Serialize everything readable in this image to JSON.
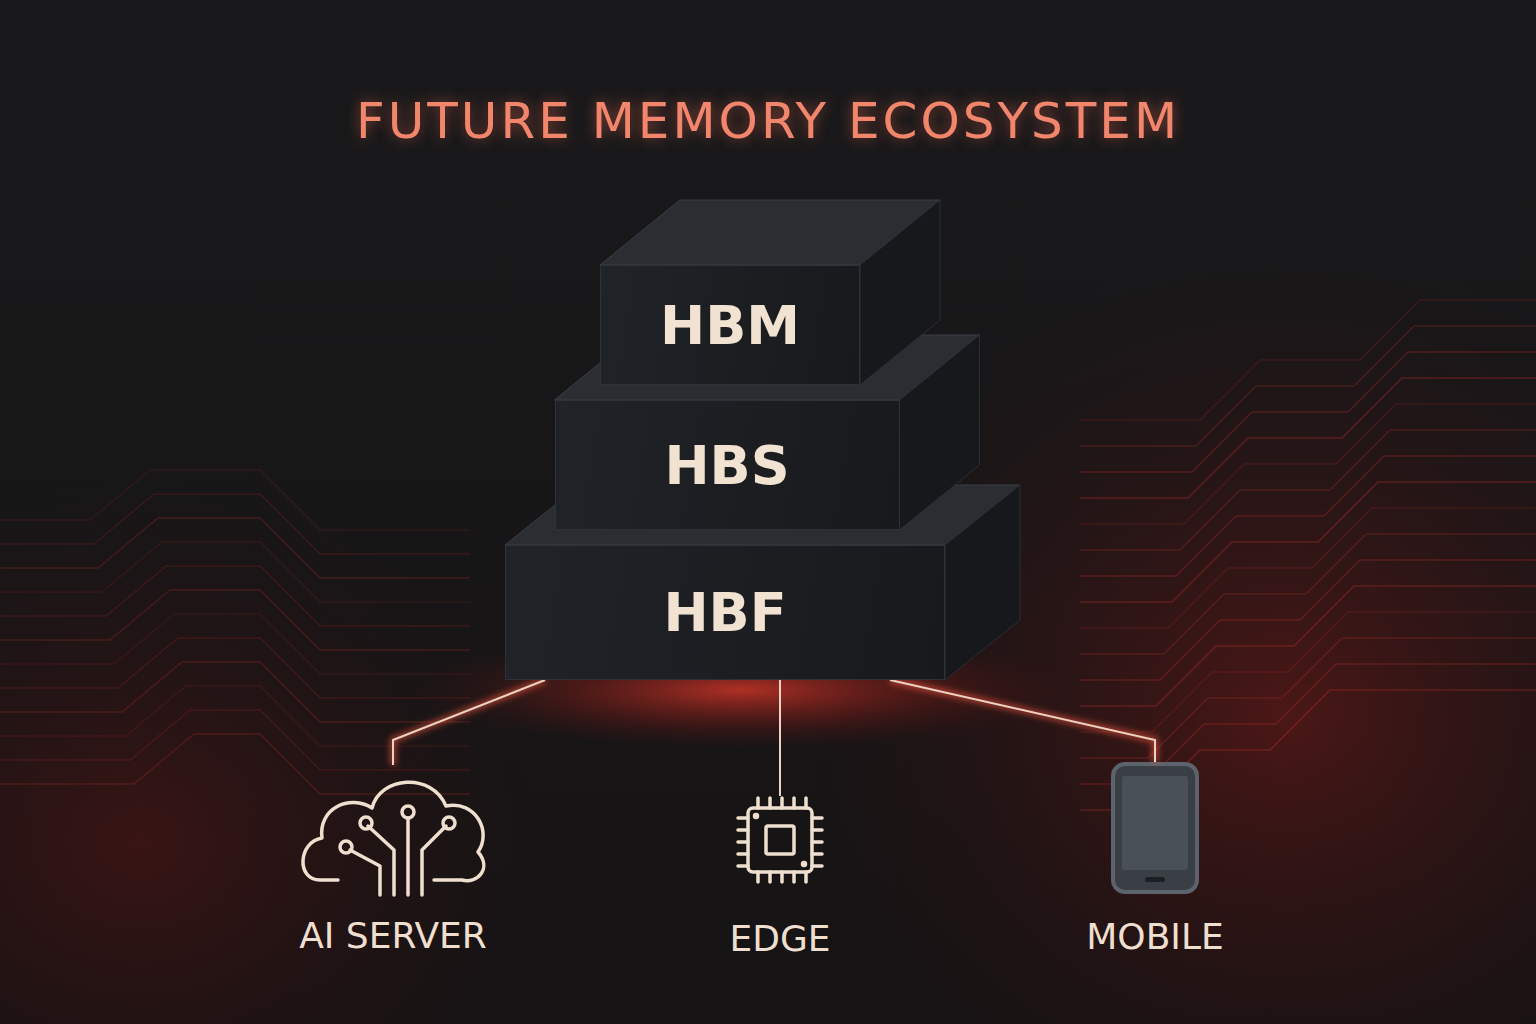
{
  "diagram": {
    "title": "FUTURE MEMORY ECOSYSTEM",
    "nodes": [
      {
        "text": [
          "HBM"
        ]
      },
      {
        "text": [
          "HBS"
        ]
      },
      {
        "text": [
          "HBF"
        ]
      },
      {
        "text": [
          "AI SERVER"
        ]
      },
      {
        "text": [
          "EDGE"
        ]
      },
      {
        "text": [
          "MOBILE"
        ]
      }
    ],
    "edges": [
      {
        "from": 2,
        "to": 3,
        "arrow": "none"
      },
      {
        "from": 2,
        "to": 4,
        "arrow": "none"
      },
      {
        "from": 2,
        "to": 5,
        "arrow": "none"
      }
    ]
  }
}
